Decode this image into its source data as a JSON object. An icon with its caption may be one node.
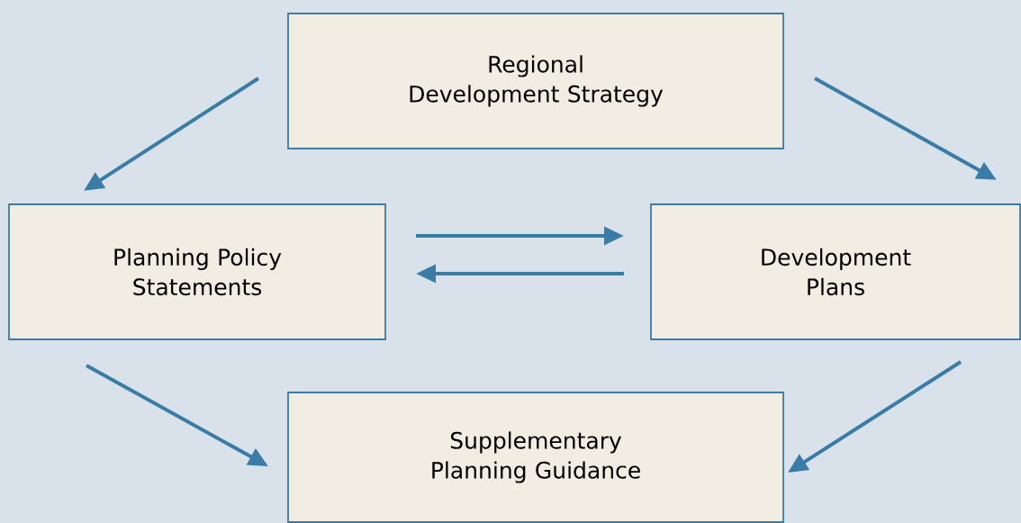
{
  "diagram": {
    "nodes": [
      {
        "text": [
          "Regional Development Strategy"
        ]
      },
      {
        "text": [
          "Planning Policy Statements"
        ]
      },
      {
        "text": [
          "Development Plans"
        ]
      },
      {
        "text": [
          "Supplementary Planning Guidance"
        ]
      }
    ],
    "edges": [
      {
        "from": 0,
        "to": 1,
        "arrow": "to"
      },
      {
        "from": 0,
        "to": 2,
        "arrow": "to"
      },
      {
        "from": 1,
        "to": 2,
        "arrow": "to"
      },
      {
        "from": 2,
        "to": 1,
        "arrow": "to"
      },
      {
        "from": 1,
        "to": 3,
        "arrow": "to"
      },
      {
        "from": 2,
        "to": 3,
        "arrow": "to"
      }
    ]
  }
}
